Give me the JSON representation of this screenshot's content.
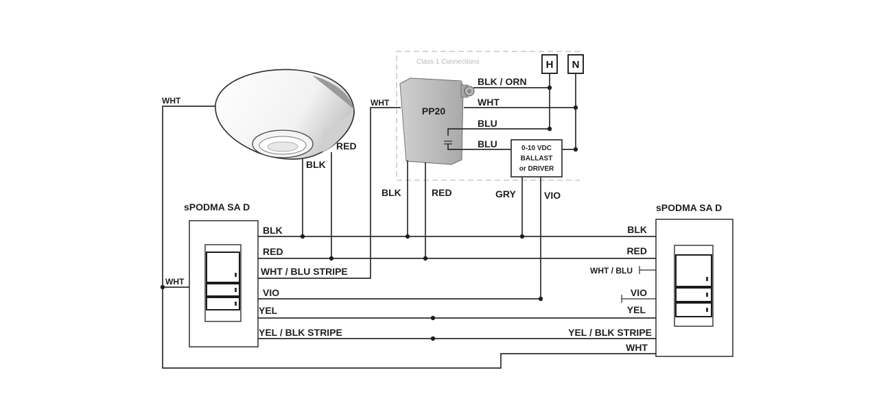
{
  "class1": {
    "label": "Class 1 Connections"
  },
  "terminals": {
    "hot": "H",
    "neutral": "N"
  },
  "pp20": {
    "label": "PP20"
  },
  "ballast": {
    "line1": "0-10 VDC",
    "line2": "BALLAST",
    "line3": "or DRIVER"
  },
  "switch_left": {
    "title": "sPODMA SA D"
  },
  "switch_right": {
    "title": "sPODMA SA D"
  },
  "labels": {
    "sensor_wht": "WHT",
    "sensor_blk": "BLK",
    "sensor_red": "RED",
    "pp20_wht": "WHT",
    "pp20_blk_orn": "BLK / ORN",
    "pp20_wht_out": "WHT",
    "pp20_blu1": "BLU",
    "pp20_blu2": "BLU",
    "pp20_blk": "BLK",
    "pp20_red": "RED",
    "ballast_gry": "GRY",
    "ballast_vio": "VIO",
    "left_wht": "WHT",
    "left_blk": "BLK",
    "left_red": "RED",
    "left_wht_blu": "WHT / BLU STRIPE",
    "left_vio": "VIO",
    "left_yel": "YEL",
    "left_yel_blk": "YEL / BLK STRIPE",
    "right_blk": "BLK",
    "right_red": "RED",
    "right_wht_blu": "WHT / BLU",
    "right_vio": "VIO",
    "right_yel": "YEL",
    "right_yel_blk": "YEL / BLK STRIPE",
    "right_wht": "WHT"
  }
}
